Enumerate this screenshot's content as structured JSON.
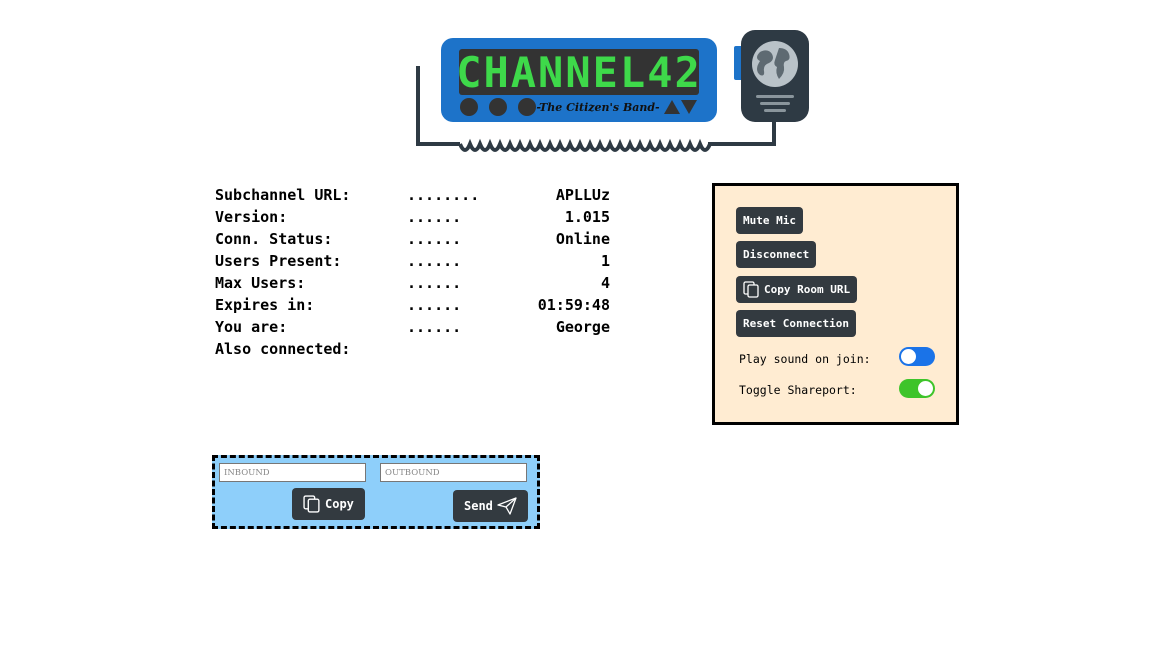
{
  "logo": {
    "title": "CHANNEL42",
    "tagline": "-The Citizen's Band-"
  },
  "info": {
    "rows": [
      {
        "label": "Subchannel URL:",
        "dots": "........",
        "value": "APLLUz"
      },
      {
        "label": "Version:",
        "dots": "......",
        "value": "1.015"
      },
      {
        "label": "Conn. Status:",
        "dots": "......",
        "value": "Online"
      },
      {
        "label": "Users Present:",
        "dots": "......",
        "value": "1"
      },
      {
        "label": "Max Users:",
        "dots": "......",
        "value": "4"
      },
      {
        "label": "Expires in:",
        "dots": "......",
        "value": "01:59:48"
      },
      {
        "label": "You are:",
        "dots": "......",
        "value": "George"
      },
      {
        "label": "Also connected:",
        "dots": "",
        "value": ""
      }
    ]
  },
  "controls": {
    "mute_label": "Mute Mic",
    "disconnect_label": "Disconnect",
    "copy_room_label": "Copy Room URL",
    "reset_label": "Reset Connection",
    "play_sound_label": "Play sound on join:",
    "play_sound_color": "#1a73e8",
    "shareport_label": "Toggle Shareport:",
    "shareport_color": "#3ec42a"
  },
  "message": {
    "inbound_placeholder": "INBOUND",
    "outbound_placeholder": "OUTBOUND",
    "copy_label": "Copy",
    "send_label": "Send"
  },
  "icons": {
    "copy": "copy-icon",
    "send": "paper-plane-icon",
    "globe": "globe-icon"
  }
}
